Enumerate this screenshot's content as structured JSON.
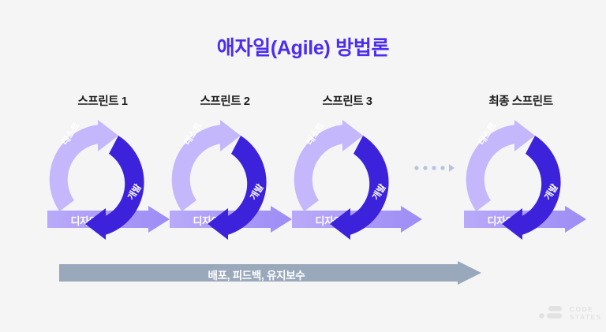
{
  "slide": {
    "title": "애자일(Agile) 방법론",
    "background_color": "#f5f5f5",
    "title_color": "#4a2df0"
  },
  "colors": {
    "accent_dark": "#3d22db",
    "accent_light": "#c4b7fb",
    "accent_mid": "#a294f6",
    "banner": "#9aa8bc",
    "dots": "#b8c4dc",
    "logo": "#e2e2e2",
    "label_text": "#1c1c1c"
  },
  "cycles": [
    {
      "sprint_label": "스프린트 1",
      "test_label": "테스트",
      "dev_label": "개발",
      "design_label": "디자인"
    },
    {
      "sprint_label": "스프린트 2",
      "test_label": "테스트",
      "dev_label": "개발",
      "design_label": "디자인"
    },
    {
      "sprint_label": "스프린트 3",
      "test_label": "테스트",
      "dev_label": "개발",
      "design_label": "디자인"
    },
    {
      "sprint_label": "최종 스프린트",
      "test_label": "테스트",
      "dev_label": "개발",
      "design_label": "디자인"
    }
  ],
  "continuation": {
    "dot_count": 4,
    "has_arrowhead": true
  },
  "banner": {
    "label": "배포, 피드백, 유지보수"
  },
  "logo": {
    "line1": "CODE",
    "line2": "STATES"
  }
}
